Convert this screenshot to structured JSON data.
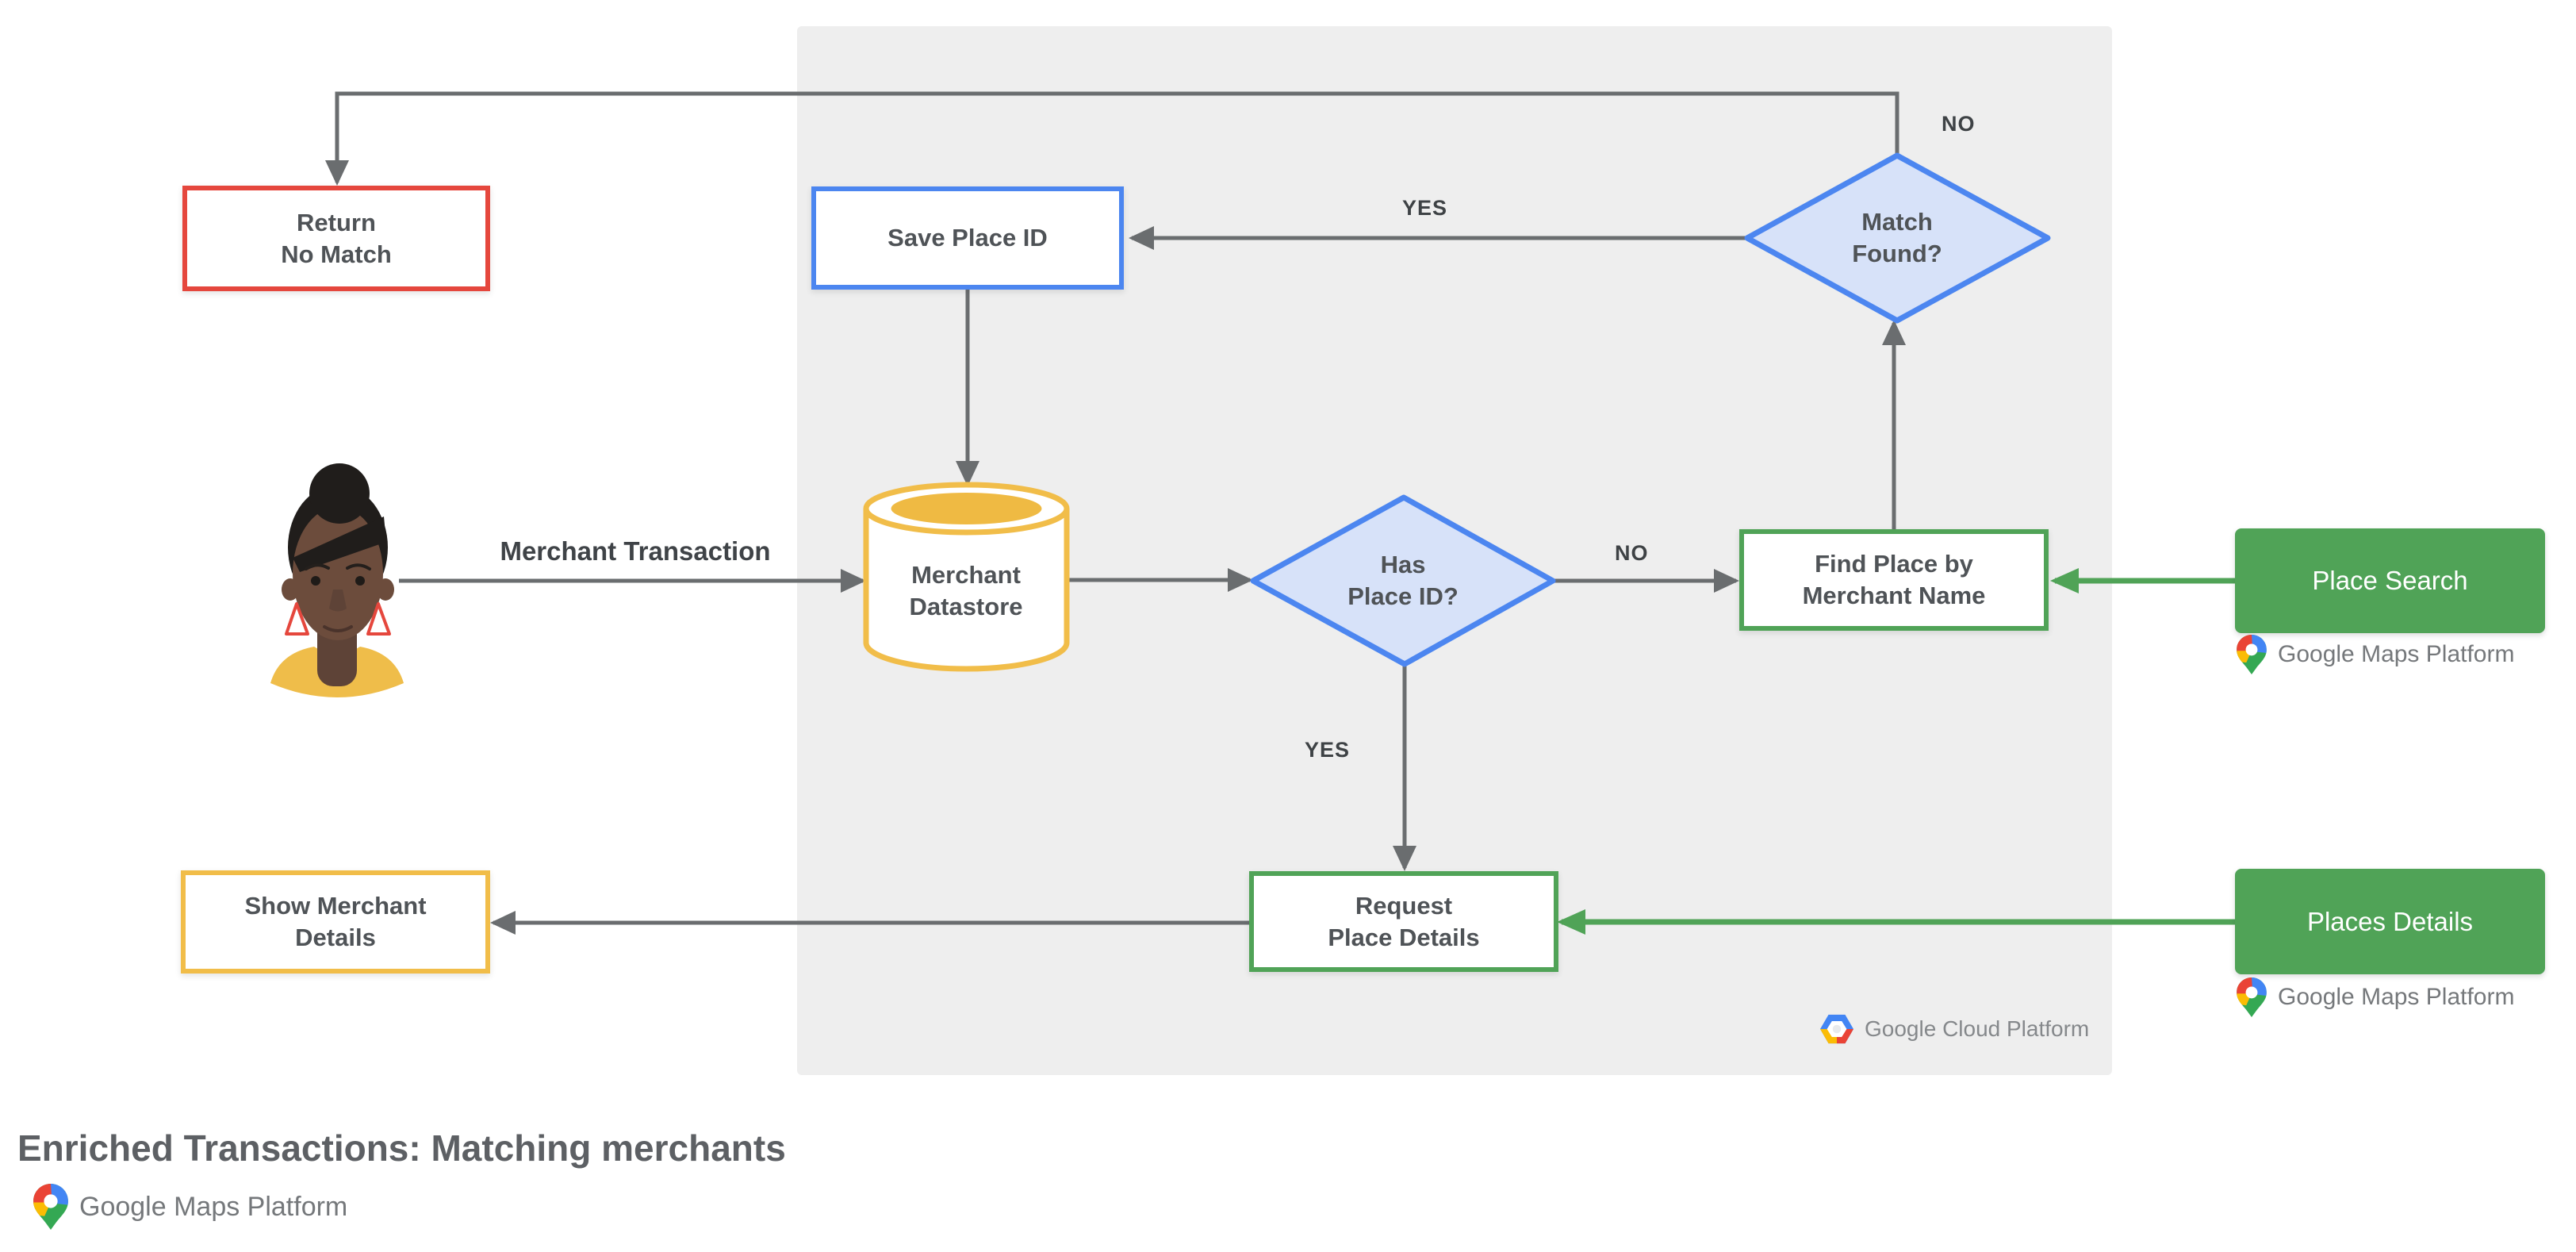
{
  "title": "Enriched Transactions: Matching merchants",
  "branding": {
    "maps_platform": "Google Maps Platform",
    "cloud_platform": "Google Cloud Platform"
  },
  "actor": {
    "label": "Merchant Transaction"
  },
  "nodes": {
    "return_no_match": {
      "label": "Return\nNo Match",
      "type": "terminator"
    },
    "save_place_id": {
      "label": "Save Place ID",
      "type": "process"
    },
    "match_found": {
      "label": "Match\nFound?",
      "type": "decision"
    },
    "merchant_datastore": {
      "label": "Merchant\nDatastore",
      "type": "datastore"
    },
    "has_place_id": {
      "label": "Has\nPlace ID?",
      "type": "decision"
    },
    "find_place": {
      "label": "Find Place by\nMerchant Name",
      "type": "process"
    },
    "request_place_details": {
      "label": "Request\nPlace Details",
      "type": "process"
    },
    "show_merchant_details": {
      "label": "Show Merchant\nDetails",
      "type": "terminator"
    },
    "place_search": {
      "label": "Place Search",
      "type": "api"
    },
    "places_details": {
      "label": "Places Details",
      "type": "api"
    }
  },
  "edge_labels": {
    "no_match_loop": "NO",
    "yes_to_save": "YES",
    "no_to_find": "NO",
    "yes_to_request": "YES"
  },
  "colors": {
    "panel_gray": "#EEEEEE",
    "red": "#E5473D",
    "blue": "#4C86F0",
    "diamond_fill": "#D7E2F9",
    "yellow": "#F1BD49",
    "green": "#50A357",
    "arrow_gray": "#6A6D6F",
    "text_gray": "#4F5357"
  }
}
